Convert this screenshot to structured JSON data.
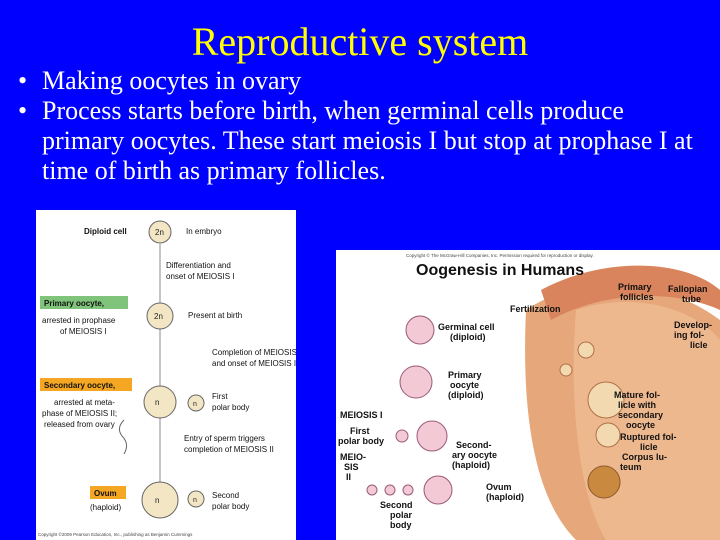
{
  "slide": {
    "title": "Reproductive system",
    "bullets": [
      "Making oocytes in ovary",
      "Process starts before birth, when germinal cells produce primary oocytes. These start meiosis I but stop at prophase I at time of birth as primary follicles."
    ]
  },
  "left_figure": {
    "diploid_cell": "Diploid cell",
    "in_embryo": "In embryo",
    "cell_2n": "2n",
    "differentiation_1": "Differentiation and",
    "differentiation_2": "onset of MEIOSIS I",
    "primary_oocyte_box": "Primary oocyte,",
    "arrested_1": "arrested in prophase",
    "arrested_2": "of MEIOSIS I",
    "present_at_birth": "Present at birth",
    "completion_1": "Completion of MEIOSIS I",
    "completion_2": "and onset of MEIOSIS II",
    "secondary_oocyte_box": "Secondary oocyte,",
    "arrested_meta_1": "arrested at meta-",
    "arrested_meta_2": "phase of MEIOSIS II;",
    "arrested_meta_3": "released from ovary",
    "first_polar_1": "First",
    "first_polar_2": "polar body",
    "cell_n": "n",
    "sperm_1": "Entry of sperm triggers",
    "sperm_2": "completion of MEIOSIS II",
    "ovum_box": "Ovum",
    "haploid": "(haploid)",
    "second_polar_1": "Second",
    "second_polar_2": "polar  body",
    "copyright": "Copyright ©2009 Pearson Education, Inc., publishing as Benjamin Cummings"
  },
  "right_figure": {
    "copyright": "Copyright © The McGraw-Hill Companies, Inc. Permission required for reproduction or display.",
    "title": "Oogenesis in Humans",
    "primary_follicles_1": "Primary",
    "primary_follicles_2": "follicles",
    "fallopian_1": "Fallopian",
    "fallopian_2": "tube",
    "fertilization": "Fertilization",
    "developing_1": "Develop-",
    "developing_2": "ing fol-",
    "developing_3": "licle",
    "germinal_1": "Germinal cell",
    "germinal_2": "(diploid)",
    "primary_oocyte_1": "Primary",
    "primary_oocyte_2": "oocyte",
    "primary_oocyte_3": "(diploid)",
    "mature_1": "Mature fol-",
    "mature_2": "licle with",
    "mature_3": "secondary",
    "mature_4": "oocyte",
    "ruptured_1": "Ruptured fol-",
    "ruptured_2": "licle",
    "corpus_1": "Corpus lu-",
    "corpus_2": "teum",
    "meiosis_i": "MEIOSIS I",
    "first_polar_1": "First",
    "first_polar_2": "polar body",
    "secondary_1": "Second-",
    "secondary_2": "ary oocyte",
    "secondary_3": "(haploid)",
    "meiosis_ii_1": "MEIO-",
    "meiosis_ii_2": "SIS",
    "meiosis_ii_3": "II",
    "ovum_1": "Ovum",
    "ovum_2": "(haploid)",
    "second_polar_1": "Second",
    "second_polar_2": "polar",
    "second_polar_3": "body"
  }
}
